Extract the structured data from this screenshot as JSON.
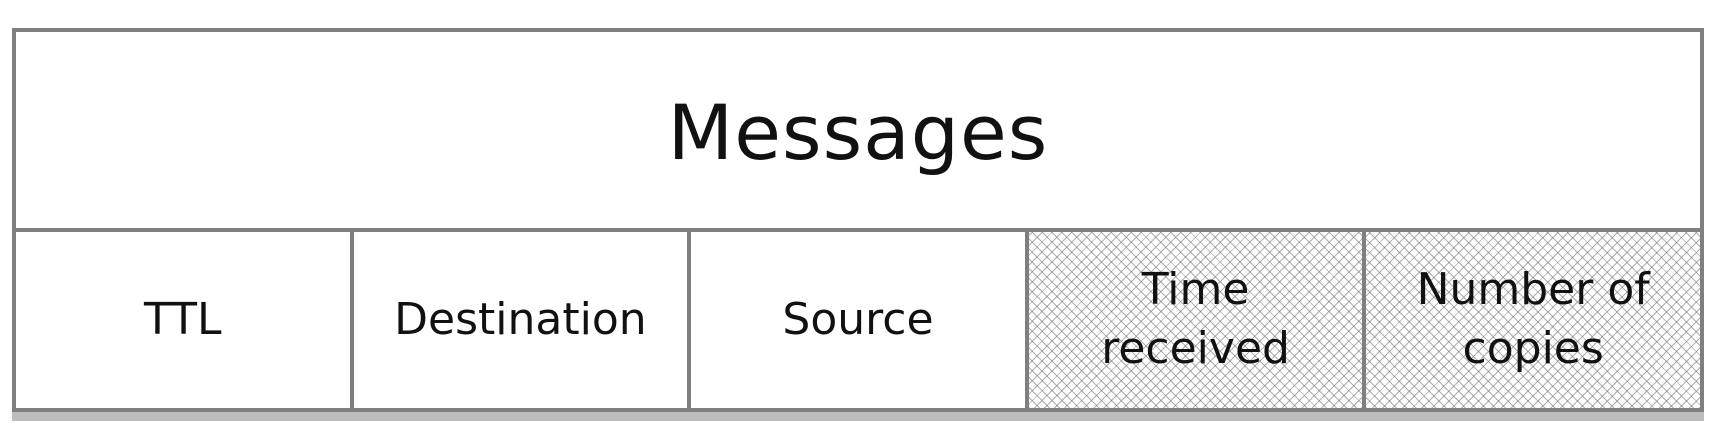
{
  "title": "Messages",
  "fields": [
    {
      "label": "TTL",
      "hatched": false
    },
    {
      "label": "Destination",
      "hatched": false
    },
    {
      "label": "Source",
      "hatched": false
    },
    {
      "label": "Time received",
      "hatched": true
    },
    {
      "label": "Number of copies",
      "hatched": true
    }
  ],
  "colors": {
    "border": "#7f7f7f",
    "hatch": "#6e6e6e",
    "background": "#ffffff"
  }
}
